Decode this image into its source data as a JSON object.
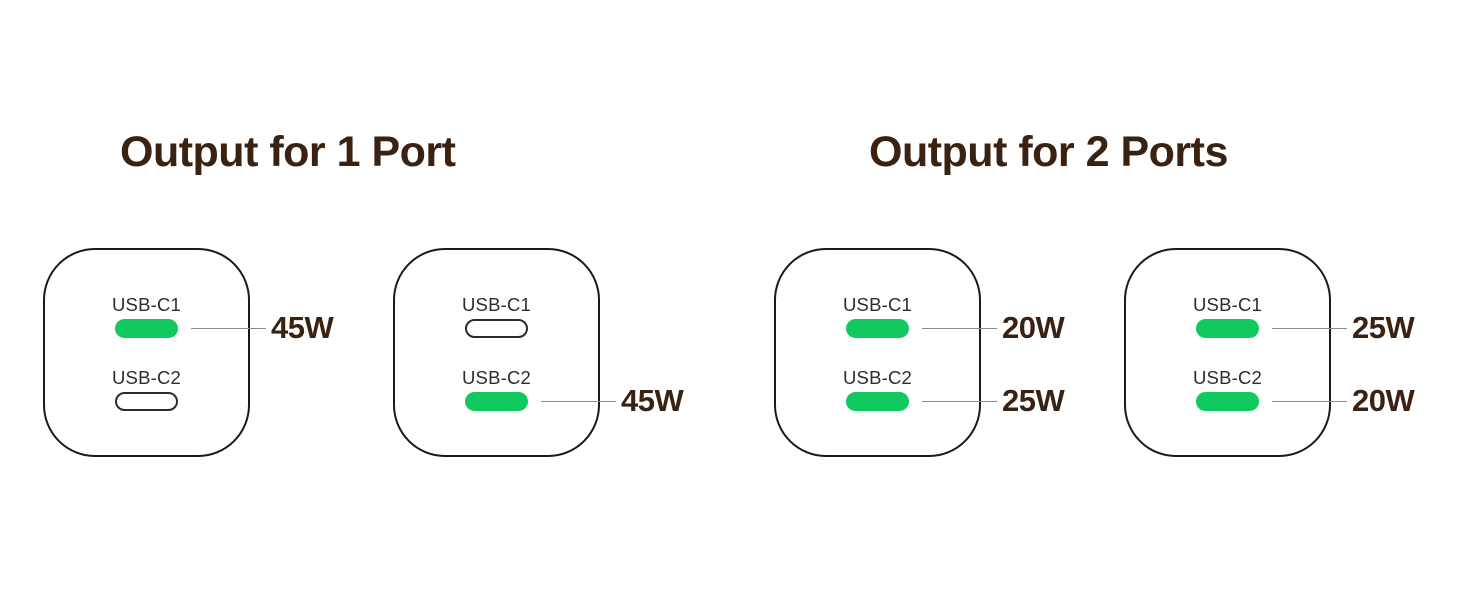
{
  "colors": {
    "active_green": "#12C95F",
    "text_brown": "#3A2212",
    "outline_black": "#1A1A1A",
    "callout_line_gray": "#8A8A8A",
    "port_label_gray": "#2D2D2D"
  },
  "sections": [
    {
      "heading": "Output for 1 Port",
      "chargers": [
        {
          "ports": [
            {
              "label": "USB-C1",
              "state": "active",
              "watt": "45W"
            },
            {
              "label": "USB-C2",
              "state": "inactive"
            }
          ]
        },
        {
          "ports": [
            {
              "label": "USB-C1",
              "state": "inactive"
            },
            {
              "label": "USB-C2",
              "state": "active",
              "watt": "45W"
            }
          ]
        }
      ]
    },
    {
      "heading": "Output for 2 Ports",
      "chargers": [
        {
          "ports": [
            {
              "label": "USB-C1",
              "state": "active",
              "watt": "20W"
            },
            {
              "label": "USB-C2",
              "state": "active",
              "watt": "25W"
            }
          ]
        },
        {
          "ports": [
            {
              "label": "USB-C1",
              "state": "active",
              "watt": "25W"
            },
            {
              "label": "USB-C2",
              "state": "active",
              "watt": "20W"
            }
          ]
        }
      ]
    }
  ]
}
